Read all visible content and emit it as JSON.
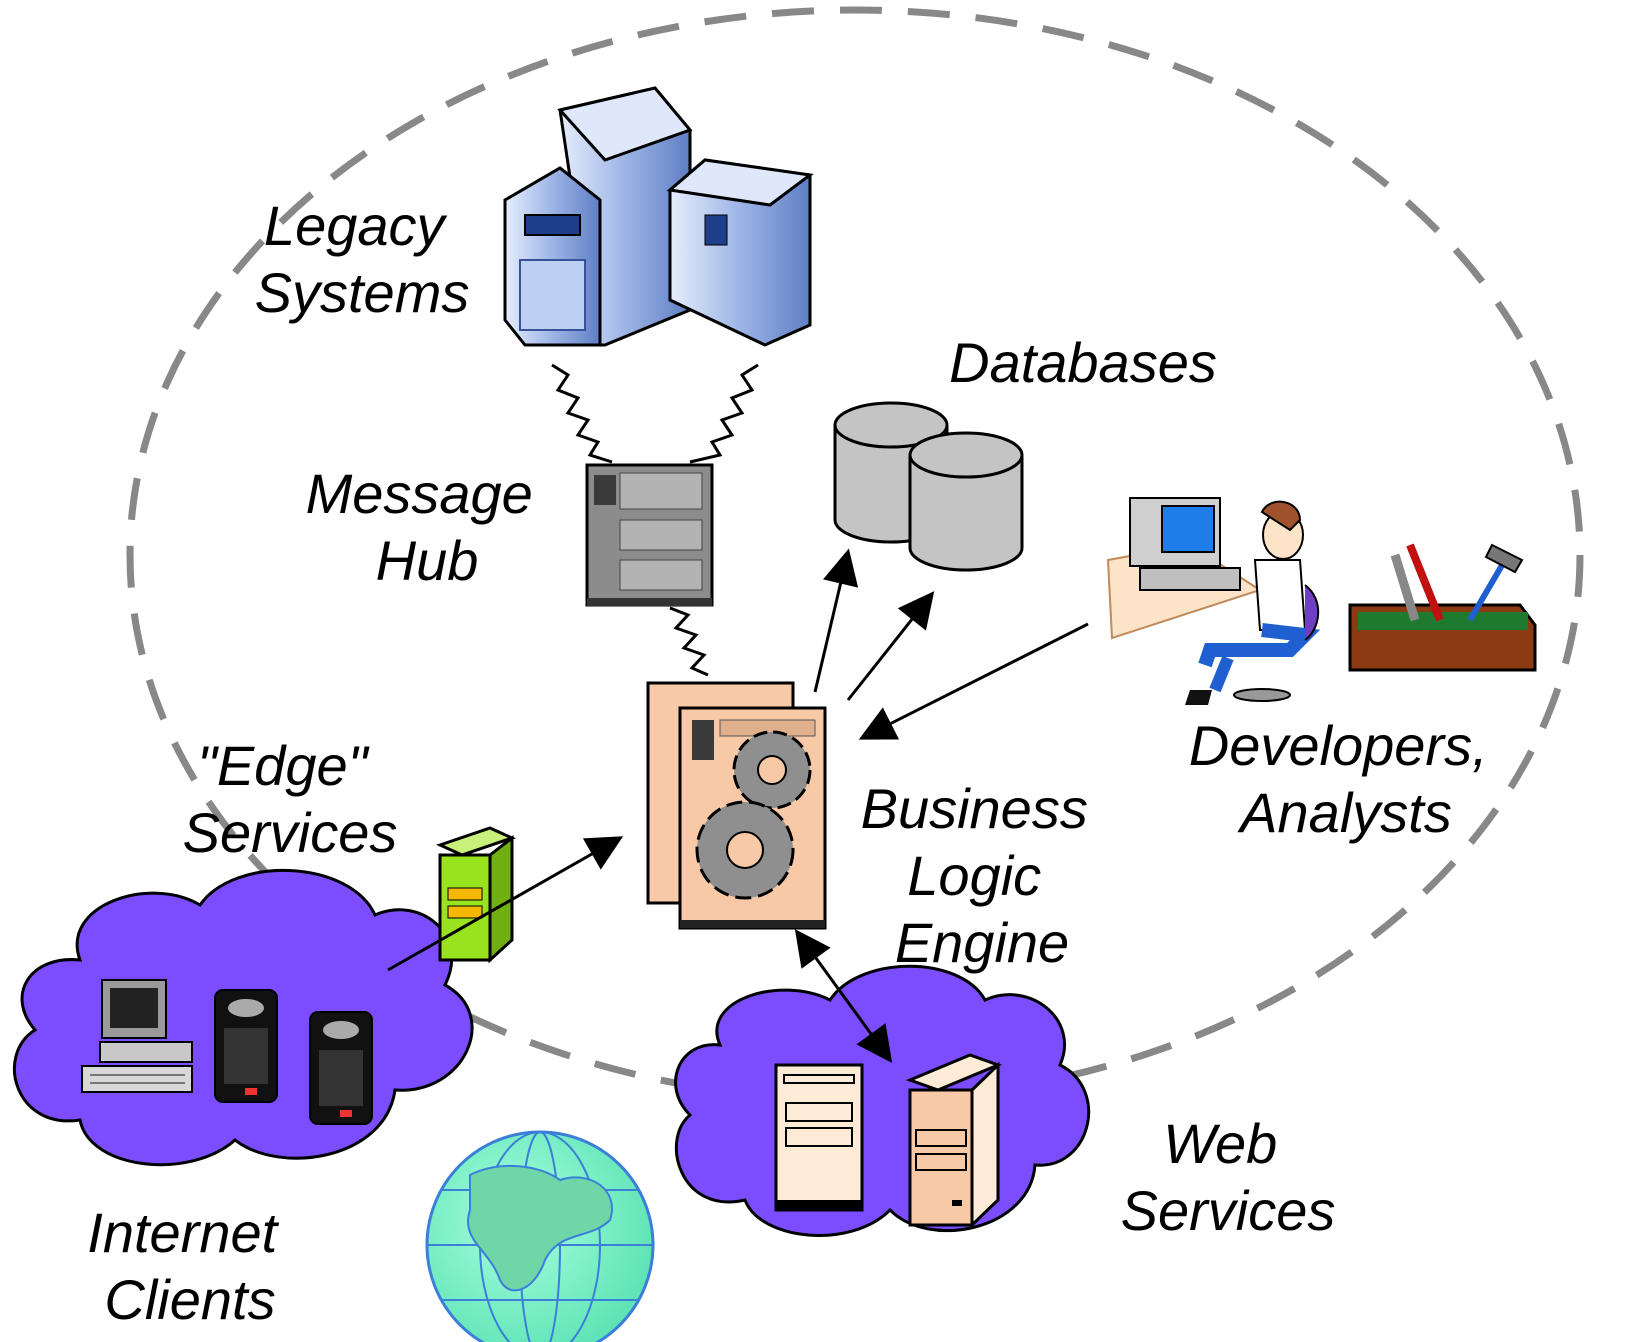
{
  "labels": {
    "legacy_1": "Legacy",
    "legacy_2": "Systems",
    "databases": "Databases",
    "message_1": "Message",
    "message_2": "Hub",
    "edge_1": "\"Edge\"",
    "edge_2": "Services",
    "business_1": "Business",
    "business_2": "Logic",
    "business_3": "Engine",
    "developers_1": "Developers,",
    "developers_2": "Analysts",
    "web_1": "Web",
    "web_2": "Services",
    "internet_1": "Internet",
    "internet_2": "Clients"
  },
  "colors": {
    "cloud": "#7b4dff",
    "boundary": "#888888",
    "server_peach": "#f8c9a6",
    "database_gray": "#c4c4c4",
    "edge_green": "#99e21e",
    "globe_ocean": "#7af5c6",
    "legacy_blue": "#9db4e6"
  }
}
